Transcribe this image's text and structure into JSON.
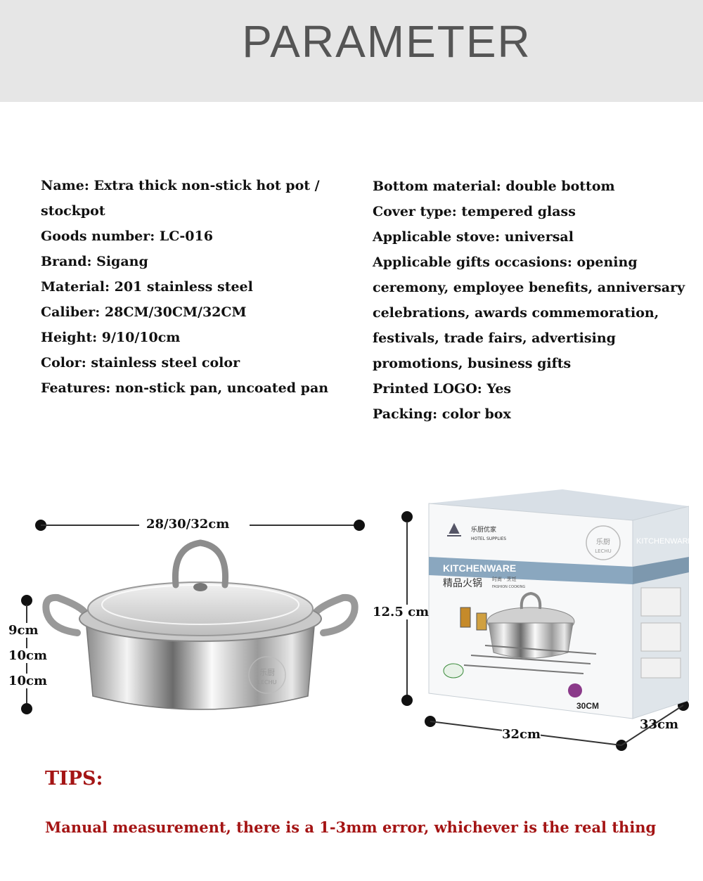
{
  "header": {
    "title": "PARAMETER"
  },
  "specs_left": [
    "Name: Extra thick non-stick hot pot /",
    "stockpot",
    "Goods number: LC-016",
    "Brand: Sigang",
    "Material: 201 stainless steel",
    "Caliber: 28CM/30CM/32CM",
    "Height: 9/10/10cm",
    "Color: stainless steel color",
    "Features: non-stick pan, uncoated pan"
  ],
  "specs_right": [
    "Bottom material: double bottom",
    "Cover type: tempered glass",
    "Applicable stove: universal",
    "Applicable gifts occasions: opening",
    "ceremony, employee benefits, anniversary",
    "celebrations, awards commemoration,",
    "festivals, trade fairs, advertising",
    "promotions, business gifts",
    "Printed LOGO: Yes",
    "Packing: color box"
  ],
  "dimensions": {
    "pot_width": "28/30/32cm",
    "pot_heights": [
      "9cm",
      "10cm",
      "10cm"
    ],
    "box_height": "12.5 cm",
    "box_width": "32cm",
    "box_depth": "33cm"
  },
  "box_print": {
    "brand_cn": "乐厨优家",
    "brand_en": "HOTEL SUPPLIES",
    "kitchenware": "KITCHENWARE",
    "product_cn": "精品火锅",
    "sub_cn": "时尚 · 烹饪",
    "sub_en": "FASHION COOKING",
    "size": "30CM"
  },
  "watermark": {
    "cn": "乐厨",
    "en": "LECHU"
  },
  "tips": {
    "title": "TIPS:",
    "text": "Manual measurement, there is a 1-3mm error, whichever is the real thing"
  },
  "colors": {
    "header_bg": "#e6e6e6",
    "tips_red": "#a41414",
    "box_blue": "#8aa7bf"
  }
}
